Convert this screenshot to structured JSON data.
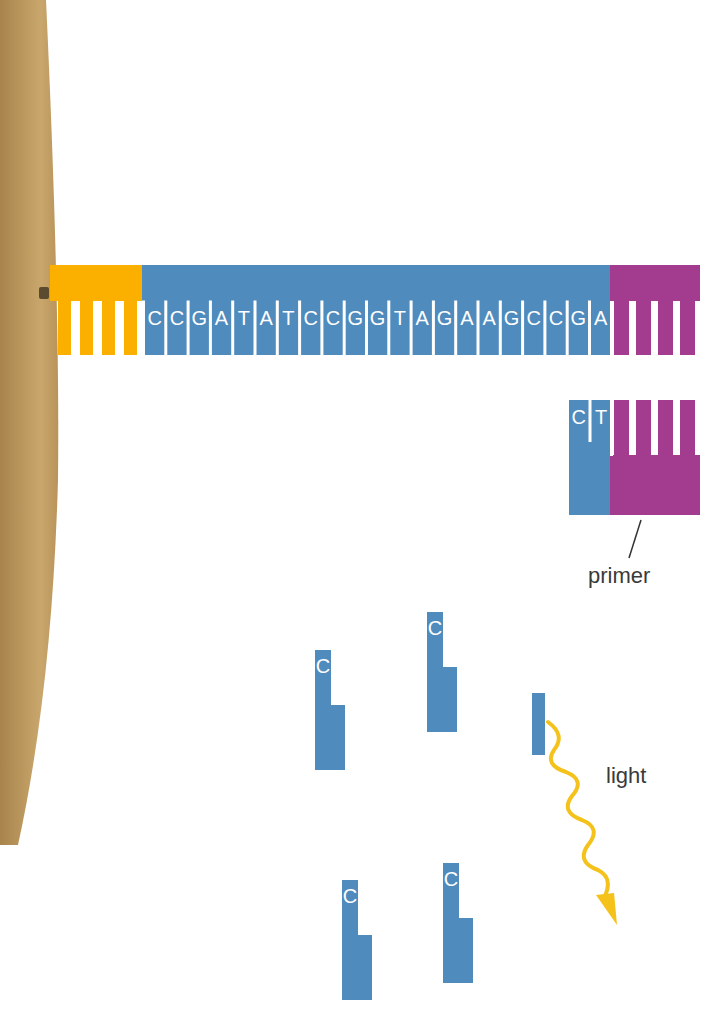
{
  "diagram": {
    "labels": [
      "C",
      "C",
      "G",
      "A",
      "T",
      "A",
      "T",
      "C",
      "C",
      "G",
      "G",
      "T",
      "A",
      "G",
      "A",
      "A",
      "G",
      "C",
      "C",
      "G",
      "A",
      "C",
      "T",
      "primer",
      "C",
      "C",
      "C",
      "C",
      "light"
    ]
  }
}
